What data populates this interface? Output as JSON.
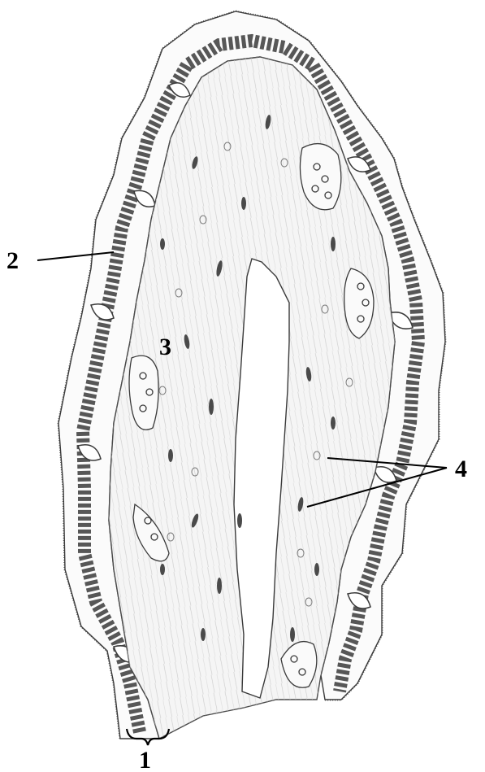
{
  "figure": {
    "labels": {
      "label_1": "1",
      "label_2": "2",
      "label_3": "3",
      "label_4": "4"
    },
    "colors": {
      "background": "#ffffff",
      "ink": "#2f2f2f",
      "nucleus": "#3a3a3a",
      "stroma_fill": "#f4f4f4",
      "cilia": "#6a6a6a"
    }
  }
}
